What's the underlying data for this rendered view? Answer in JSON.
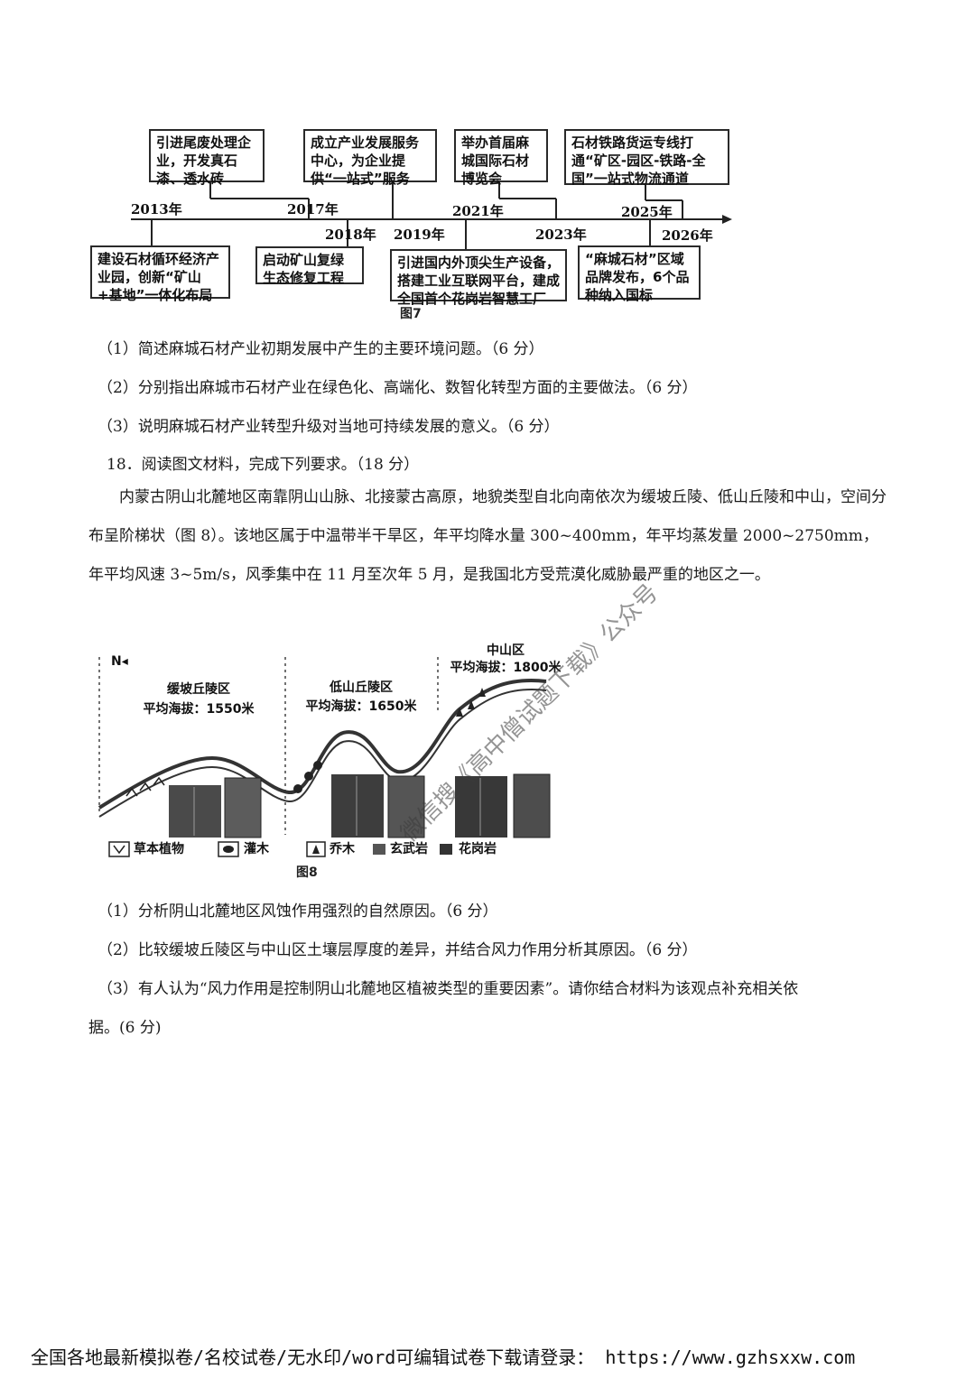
{
  "figure7": {
    "caption": "图7",
    "top_boxes": [
      "引进尾废处理企业，开发真石漆、透水砖",
      "成立产业发展服务中心，为企业提供“一站式”服务",
      "举办首届麻城国际石材博览会",
      "石材铁路货运专线打通“矿区-园区-铁路-全国”一站式物流通道"
    ],
    "bottom_boxes": [
      "建设石材循环经济产业园，创新“矿山+基地”一体化布局",
      "启动矿山复绿生态修复工程",
      "引进国内外顶尖生产设备，搭建工业互联网平台，建成全国首个花岗岩智慧工厂",
      "“麻城石材”区域品牌发布，6个品种纳入国标"
    ],
    "years_above": [
      "2013年",
      "2017年",
      "2021年",
      "2025年"
    ],
    "years_below": [
      "2018年",
      "2019年",
      "2023年",
      "2026年"
    ]
  },
  "q17": [
    "（1）简述麻城石材产业初期发展中产生的主要环境问题。（6 分）",
    "（2）分别指出麻城市石材产业在绿色化、高端化、数智化转型方面的主要做法。（6 分）",
    "（3）说明麻城石材产业转型升级对当地可持续发展的意义。（6 分）"
  ],
  "q18": {
    "title": "18．阅读图文材料，完成下列要求。（18 分）",
    "paragraph": "内蒙古阴山北麓地区南靠阴山山脉、北接蒙古高原，地貌类型自北向南依次为缓坡丘陵、低山丘陵和中山，空间分布呈阶梯状（图 8）。该地区属于中温带半干旱区，年平均降水量 300~400mm，年平均蒸发量 2000~2750mm，年平均风速 3~5m/s，风季集中在 11 月至次年 5 月，是我国北方受荒漠化威胁最严重的地区之一。",
    "questions": [
      "（1）分析阴山北麓地区风蚀作用强烈的自然原因。（6 分）",
      "（2）比较缓坡丘陵区与中山区土壤层厚度的差异，并结合风力作用分析其原因。（6 分）"
    ],
    "q3_line1": "（3）有人认为“风力作用是控制阴山北麓地区植被类型的重要因素”。请你结合材料为该观点补充相关依",
    "q3_line2": "据。(6 分)"
  },
  "figure8": {
    "caption": "图8",
    "north": "N◂",
    "zone1_name": "缓坡丘陵区",
    "zone1_alt": "平均海拔：1550米",
    "zone2_name": "低山丘陵区",
    "zone2_alt": "平均海拔：1650米",
    "zone3_name": "中山区",
    "zone3_alt": "平均海拔：1800米",
    "legend": [
      "草本植物",
      "灌木",
      "乔木",
      "玄武岩",
      "花岗岩"
    ]
  },
  "watermark": "微信搜《高中僧试题下载》公众号",
  "footer": "全国各地最新模拟卷/名校试卷/无水印/word可编辑试卷下载请登录： https://www.gzhsxxw.com"
}
